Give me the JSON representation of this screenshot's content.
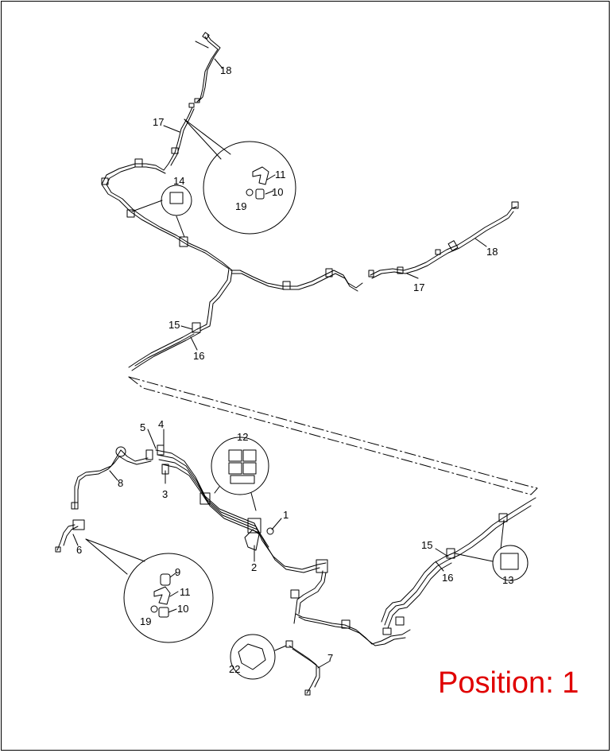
{
  "position_label": "Position: 1",
  "colors": {
    "position_label": "#e00000",
    "line": "#000000",
    "background": "#ffffff"
  },
  "callouts": {
    "c1": "1",
    "c2": "2",
    "c3": "3",
    "c4": "4",
    "c5": "5",
    "c6": "6",
    "c7": "7",
    "c8": "8",
    "c9": "9",
    "c10a": "10",
    "c10b": "10",
    "c11a": "11",
    "c11b": "11",
    "c12": "12",
    "c13": "13",
    "c14": "14",
    "c15a": "15",
    "c15b": "15",
    "c16a": "16",
    "c16b": "16",
    "c17a": "17",
    "c17b": "17",
    "c18a": "18",
    "c18b": "18",
    "c19a": "19",
    "c19b": "19",
    "c22": "22"
  }
}
